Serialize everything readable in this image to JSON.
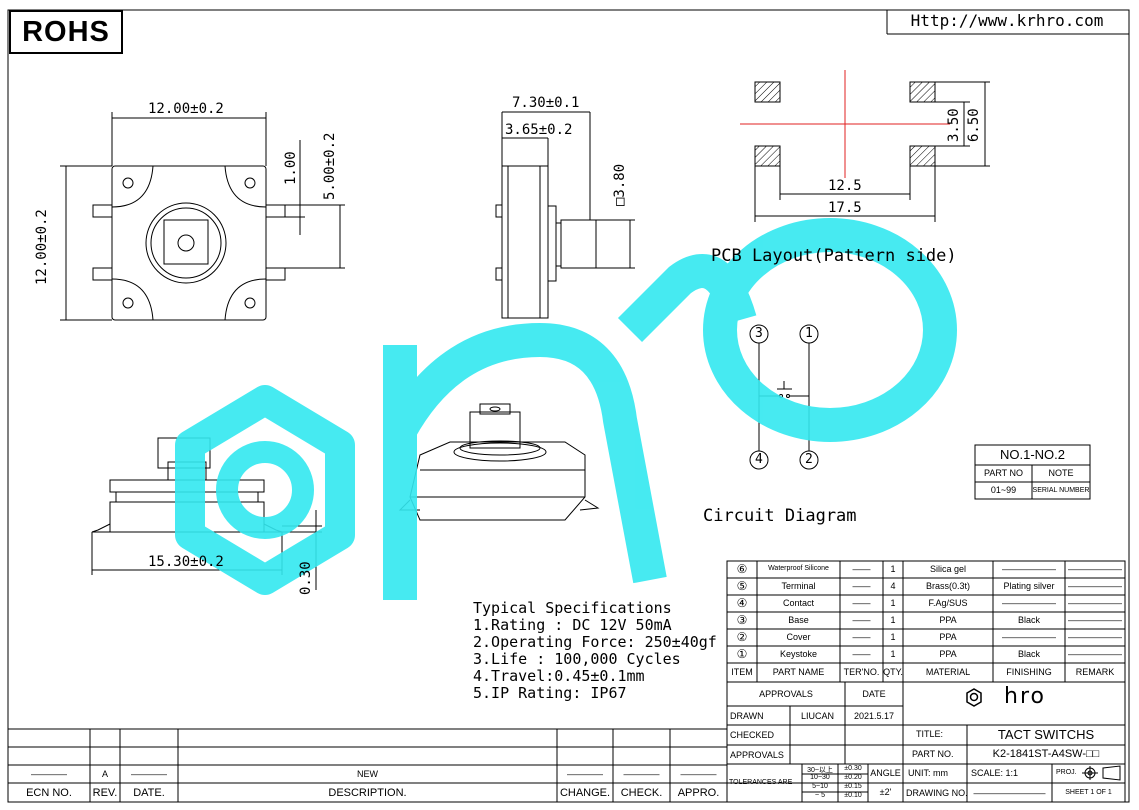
{
  "header": {
    "badge": "ROHS",
    "url": "Http://www.krhro.com"
  },
  "dimensions": {
    "top_width": "12.00±0.2",
    "left_height": "12.00±0.2",
    "terminal_1": "1.00",
    "terminal_2": "5.00±0.2",
    "side_width": "7.30±0.1",
    "side_half": "3.65±0.2",
    "side_square": "□3.80",
    "bottom_width": "15.30±0.2",
    "bottom_thick": "0.30",
    "pcb_v1": "3.50",
    "pcb_v2": "6.50",
    "pcb_h1": "12.5",
    "pcb_h2": "17.5"
  },
  "labels": {
    "pcb_layout": "PCB Layout(Pattern side)",
    "circuit": "Circuit Diagram",
    "pin1": "1",
    "pin2": "2",
    "pin3": "3",
    "pin4": "4"
  },
  "specs": {
    "title": "Typical Specifications",
    "items": [
      "1.Rating : DC 12V 50mA",
      "2.Operating Force: 250±40gf",
      "3.Life : 100,000 Cycles",
      "4.Travel:0.45±0.1mm",
      "5.IP Rating:  IP67"
    ]
  },
  "note_table": {
    "title": "NO.1-NO.2",
    "col1": "PART NO",
    "col2": "NOTE",
    "val1": "01~99",
    "val2": "SERIAL NUMBER"
  },
  "bom": {
    "rows": [
      {
        "no": "6",
        "name": "Waterproof Silicone",
        "ter": "——",
        "qty": "1",
        "mat": "Silica gel",
        "fin": "——————",
        "rem": "——————"
      },
      {
        "no": "5",
        "name": "Terminal",
        "ter": "——",
        "qty": "4",
        "mat": "Brass(0.3t)",
        "fin": "Plating silver",
        "rem": "——————"
      },
      {
        "no": "4",
        "name": "Contact",
        "ter": "——",
        "qty": "1",
        "mat": "F.Ag/SUS",
        "fin": "——————",
        "rem": "——————"
      },
      {
        "no": "3",
        "name": "Base",
        "ter": "——",
        "qty": "1",
        "mat": "PPA",
        "fin": "Black",
        "rem": "——————"
      },
      {
        "no": "2",
        "name": "Cover",
        "ter": "——",
        "qty": "1",
        "mat": "PPA",
        "fin": "——————",
        "rem": "——————"
      },
      {
        "no": "1",
        "name": "Keystoke",
        "ter": "——",
        "qty": "1",
        "mat": "PPA",
        "fin": "Black",
        "rem": "——————"
      }
    ],
    "headers": [
      "ITEM",
      "PART NAME",
      "TER'NO.",
      "QTY.",
      "MATERIAL",
      "FINISHING",
      "REMARK"
    ]
  },
  "title_block": {
    "approvals_hdr": "APPROVALS",
    "date_hdr": "DATE",
    "drawn": "DRAWN",
    "drawn_by": "LIUCAN",
    "drawn_date": "2021.5.17",
    "checked": "CHECKED",
    "approvals": "APPROVALS",
    "tolerances": "TOLERANCES ARE",
    "tol_ranges": [
      "30~以上",
      "10~30",
      "5~10",
      "~ 5"
    ],
    "tol_values": [
      "±0.30",
      "±0.20",
      "±0.15",
      "±0.10"
    ],
    "angle": "ANGLE",
    "angle_val": "±2'",
    "logo": "hro",
    "title_lbl": "TITLE:",
    "title_val": "TACT SWITCHS",
    "part_lbl": "PART NO.",
    "part_val": "K2-1841ST-A4SW-□□",
    "unit": "UNIT: mm",
    "scale": "SCALE:  1:1",
    "proj": "PROJ.",
    "drawing_no": "DRAWING NO.",
    "drawing_no_val": "————————",
    "sheet": "SHEET  1 OF 1"
  },
  "revision_block": {
    "rev_a": "A",
    "new": "NEW",
    "dash": "————",
    "ecn": "ECN NO.",
    "rev": "REV.",
    "date": "DATE.",
    "desc": "DESCRIPTION.",
    "change": "CHANGE.",
    "check": "CHECK.",
    "appro": "APPRO."
  },
  "colors": {
    "watermark": "#33e8f0",
    "crosshair": "#e02020",
    "line": "#000000"
  }
}
